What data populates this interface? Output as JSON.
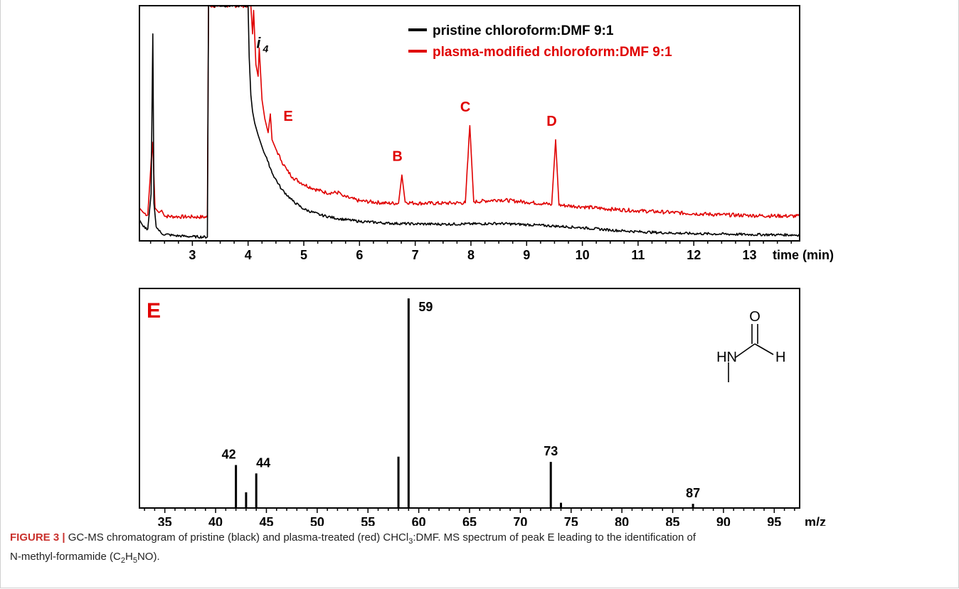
{
  "caption": {
    "label": "FIGURE 3 |",
    "part1": " GC-MS chromatogram of pristine (black) and plasma-treated (red) CHCl",
    "sub1": "3",
    "part2": ":DMF. MS spectrum of peak E leading to the identification of",
    "part3": "N-methyl-formamide (C",
    "sub2": "2",
    "part4": "H",
    "sub3": "5",
    "part5": "NO)."
  },
  "colors": {
    "pristine": "#000000",
    "plasma": "#e00000",
    "panel_label": "#e00000"
  },
  "chart_data": [
    {
      "type": "line",
      "xlabel": "time (min)",
      "xlim": [
        2.05,
        13.9
      ],
      "ylim": [
        0,
        100
      ],
      "x_ticks": [
        3,
        4,
        5,
        6,
        7,
        8,
        9,
        10,
        11,
        12,
        13
      ],
      "legend_position": "top-right",
      "series": [
        {
          "name": "pristine chloroform:DMF 9:1",
          "color": "#000000",
          "points": [
            [
              2.05,
              9
            ],
            [
              2.12,
              6
            ],
            [
              2.2,
              5
            ],
            [
              2.26,
              20
            ],
            [
              2.29,
              88
            ],
            [
              2.31,
              16
            ],
            [
              2.35,
              6
            ],
            [
              2.45,
              3
            ],
            [
              2.7,
              2.2
            ],
            [
              3.0,
              1.8
            ],
            [
              3.27,
              1.6
            ],
            [
              3.29,
              100
            ],
            [
              3.31,
              100
            ],
            [
              4.0,
              100
            ],
            [
              4.02,
              78
            ],
            [
              4.05,
              62
            ],
            [
              4.08,
              55
            ],
            [
              4.12,
              50
            ],
            [
              4.18,
              45
            ],
            [
              4.25,
              40
            ],
            [
              4.35,
              34
            ],
            [
              4.45,
              28
            ],
            [
              4.6,
              22
            ],
            [
              4.8,
              17
            ],
            [
              5.0,
              13.5
            ],
            [
              5.3,
              11
            ],
            [
              5.6,
              9.5
            ],
            [
              6.0,
              8.3
            ],
            [
              6.5,
              7.5
            ],
            [
              7.0,
              7.2
            ],
            [
              7.5,
              7.1
            ],
            [
              8.0,
              7.2
            ],
            [
              8.5,
              7.4
            ],
            [
              9.0,
              6.9
            ],
            [
              9.5,
              6.3
            ],
            [
              10.0,
              5.6
            ],
            [
              10.5,
              4.6
            ],
            [
              11.0,
              3.9
            ],
            [
              11.5,
              3.4
            ],
            [
              12.0,
              3.1
            ],
            [
              12.5,
              2.9
            ],
            [
              13.0,
              2.7
            ],
            [
              13.5,
              2.6
            ],
            [
              13.9,
              2.5
            ]
          ]
        },
        {
          "name": "plasma-modified chloroform:DMF 9:1",
          "color": "#e00000",
          "points": [
            [
              2.05,
              14
            ],
            [
              2.12,
              12
            ],
            [
              2.2,
              11
            ],
            [
              2.25,
              30
            ],
            [
              2.28,
              42
            ],
            [
              2.3,
              34
            ],
            [
              2.33,
              14
            ],
            [
              2.4,
              12
            ],
            [
              2.45,
              13
            ],
            [
              2.5,
              10.5
            ],
            [
              2.7,
              10.3
            ],
            [
              3.0,
              10.2
            ],
            [
              3.27,
              10.1
            ],
            [
              3.29,
              100
            ],
            [
              3.31,
              100
            ],
            [
              4.05,
              100
            ],
            [
              4.08,
              88
            ],
            [
              4.1,
              98
            ],
            [
              4.14,
              75
            ],
            [
              4.18,
              70
            ],
            [
              4.2,
              82
            ],
            [
              4.25,
              60
            ],
            [
              4.3,
              52
            ],
            [
              4.36,
              46
            ],
            [
              4.4,
              54
            ],
            [
              4.43,
              43
            ],
            [
              4.5,
              39
            ],
            [
              4.6,
              34
            ],
            [
              4.7,
              30
            ],
            [
              4.8,
              27
            ],
            [
              5.0,
              24
            ],
            [
              5.2,
              22
            ],
            [
              5.4,
              20.5
            ],
            [
              5.65,
              20.5
            ],
            [
              5.7,
              19
            ],
            [
              6.0,
              17
            ],
            [
              6.5,
              16
            ],
            [
              6.7,
              16
            ],
            [
              6.76,
              28
            ],
            [
              6.82,
              16.5
            ],
            [
              7.0,
              16
            ],
            [
              7.5,
              16
            ],
            [
              7.9,
              16.2
            ],
            [
              7.98,
              49
            ],
            [
              8.05,
              16.6
            ],
            [
              8.5,
              17.5
            ],
            [
              9.0,
              16.5
            ],
            [
              9.45,
              15.5
            ],
            [
              9.52,
              43
            ],
            [
              9.58,
              15.2
            ],
            [
              10.0,
              14.5
            ],
            [
              10.5,
              13.5
            ],
            [
              11.0,
              12.8
            ],
            [
              11.5,
              12.2
            ],
            [
              12.0,
              11.6
            ],
            [
              12.5,
              11.1
            ],
            [
              13.0,
              10.8
            ],
            [
              13.5,
              10.6
            ],
            [
              13.9,
              10.5
            ]
          ]
        }
      ],
      "annotations": [
        {
          "text": "E",
          "x": 4.72,
          "y": 51,
          "color": "#e00000"
        },
        {
          "text": "B",
          "x": 6.68,
          "y": 34,
          "color": "#e00000"
        },
        {
          "text": "C",
          "x": 7.9,
          "y": 55,
          "color": "#e00000"
        },
        {
          "text": "D",
          "x": 9.45,
          "y": 49,
          "color": "#e00000"
        }
      ],
      "peak_label": {
        "text": "i",
        "sub": "4",
        "x": 4.15,
        "y": 82
      }
    },
    {
      "type": "bar",
      "panel_label": "E",
      "xlabel": "m/z",
      "xlim": [
        32.5,
        97.5
      ],
      "ylim": [
        0,
        100
      ],
      "x_ticks": [
        35,
        40,
        45,
        50,
        55,
        60,
        65,
        70,
        75,
        80,
        85,
        90,
        95
      ],
      "x": [
        42,
        43,
        44,
        58,
        59,
        73,
        74,
        87
      ],
      "values": [
        20.5,
        7.5,
        16.5,
        24.5,
        100,
        22,
        2.5,
        2
      ],
      "bar_labels": {
        "42": "42",
        "44": "44",
        "59": "59",
        "73": "73",
        "87": "87"
      },
      "structure_atoms": {
        "o": "O",
        "nh": "HN",
        "h": "H"
      }
    }
  ]
}
